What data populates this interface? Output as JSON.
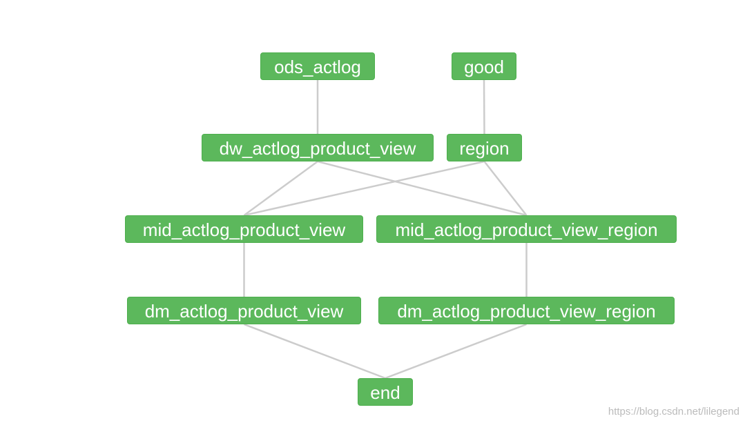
{
  "diagram": {
    "nodes": [
      {
        "id": "ods_actlog",
        "label": "ods_actlog"
      },
      {
        "id": "good",
        "label": "good"
      },
      {
        "id": "dw_actlog_product_view",
        "label": "dw_actlog_product_view"
      },
      {
        "id": "region",
        "label": "region"
      },
      {
        "id": "mid_actlog_product_view",
        "label": "mid_actlog_product_view"
      },
      {
        "id": "mid_actlog_product_view_region",
        "label": "mid_actlog_product_view_region"
      },
      {
        "id": "dm_actlog_product_view",
        "label": "dm_actlog_product_view"
      },
      {
        "id": "dm_actlog_product_view_region",
        "label": "dm_actlog_product_view_region"
      },
      {
        "id": "end",
        "label": "end"
      }
    ],
    "edges": [
      {
        "from": "ods_actlog",
        "to": "dw_actlog_product_view"
      },
      {
        "from": "good",
        "to": "region"
      },
      {
        "from": "dw_actlog_product_view",
        "to": "mid_actlog_product_view"
      },
      {
        "from": "dw_actlog_product_view",
        "to": "mid_actlog_product_view_region"
      },
      {
        "from": "region",
        "to": "mid_actlog_product_view"
      },
      {
        "from": "region",
        "to": "mid_actlog_product_view_region"
      },
      {
        "from": "mid_actlog_product_view",
        "to": "dm_actlog_product_view"
      },
      {
        "from": "mid_actlog_product_view_region",
        "to": "dm_actlog_product_view_region"
      },
      {
        "from": "dm_actlog_product_view",
        "to": "end"
      },
      {
        "from": "dm_actlog_product_view_region",
        "to": "end"
      }
    ],
    "colors": {
      "node_fill": "#5cb85c",
      "node_border": "#4cae4c",
      "node_text": "#ffffff",
      "edge": "#cccccc"
    }
  },
  "watermark": "https://blog.csdn.net/lilegend"
}
